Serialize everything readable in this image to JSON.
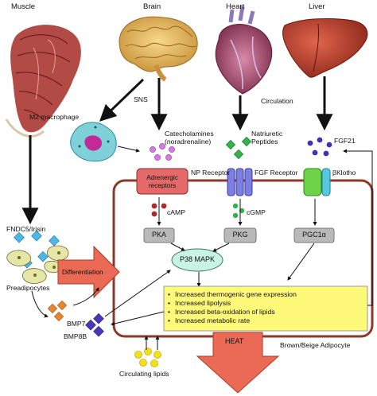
{
  "organs": {
    "muscle": "Muscle",
    "brain": "Brain",
    "heart": "Heart",
    "liver": "Liver"
  },
  "pathway_labels": {
    "sns": "SNS",
    "circulation": "Circulation",
    "m2_macrophage": "M2 macrophage",
    "catecholamines": "Catecholamines\n(noradrenaline)",
    "natriuretic": "Natriuretic\nPeptides",
    "fgf21": "FGF21",
    "np_receptor": "NP Receptor",
    "fgf_receptor": "FGF Receptor",
    "bklotho": "βKlotho",
    "adrenergic_receptors": "Adrenergic\nreceptors",
    "camp": "cAMP",
    "cgmp": "cGMP",
    "pka": "PKA",
    "pkg": "PKG",
    "pgc1a": "PGC1α",
    "p38": "P38 MAPK",
    "fndc5": "FNDC5/Irisin",
    "preadipocytes": "Preadipocytes",
    "differentiation": "Differentiation",
    "bmp7": "BMP7",
    "bmp8b": "BMP8B",
    "heat": "HEAT",
    "brown_beige": "Brown/Beige Adipocyte",
    "circulating_lipids": "Circulating lipids"
  },
  "outcomes": [
    "Increased thermogenic gene expression",
    "Increased lipolysis",
    "Increased beta-oxidation of lipids",
    "Increased metabolic rate"
  ],
  "colors": {
    "cell_border": "#8b3a2a",
    "adrenergic": "#e46a6a",
    "np_receptor": "#7b7fe0",
    "fgf_receptor": "#6fd34a",
    "klotho": "#55c8e0",
    "kinase": "#b9b9b9",
    "p38": "#c9f3e4",
    "outcome_box": "#fff97a",
    "heat_arrow": "#ea6a55",
    "catecholamine_dot": "#d27be0",
    "natriuretic_dot": "#2fb34a",
    "fgf21_dot": "#3b32b8",
    "irisin_dot": "#4ab8e8",
    "bmp7_dot": "#e8862a",
    "bmp8b_dot": "#4a37b8",
    "camp_dot": "#b02a2a",
    "cgmp_dot": "#2fb34a",
    "lipid_dot": "#f5e10f"
  }
}
